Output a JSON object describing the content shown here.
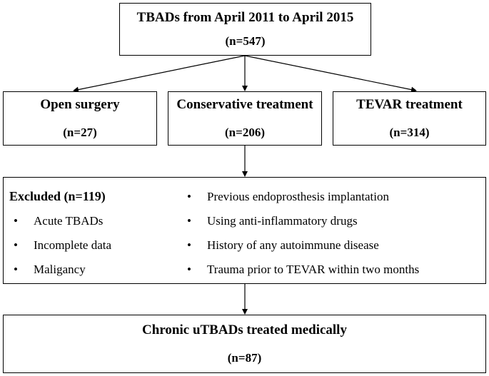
{
  "top": {
    "title": "TBADs from April 2011 to April 2015",
    "count": "(n=547)"
  },
  "branches": [
    {
      "title": "Open surgery",
      "count": "(n=27)"
    },
    {
      "title": "Conservative treatment",
      "count": "(n=206)"
    },
    {
      "title": "TEVAR treatment",
      "count": "(n=314)"
    }
  ],
  "excluded": {
    "heading": "Excluded (n=119)",
    "left": [
      "Acute TBADs",
      "Incomplete data",
      "Maligancy"
    ],
    "right": [
      "Previous endoprosthesis implantation",
      "Using anti-inflammatory drugs",
      "History of any autoimmune disease",
      "Trauma prior to TEVAR within two months"
    ],
    "bullet": "•"
  },
  "final": {
    "title": "Chronic uTBADs treated medically",
    "count": "(n=87)"
  }
}
